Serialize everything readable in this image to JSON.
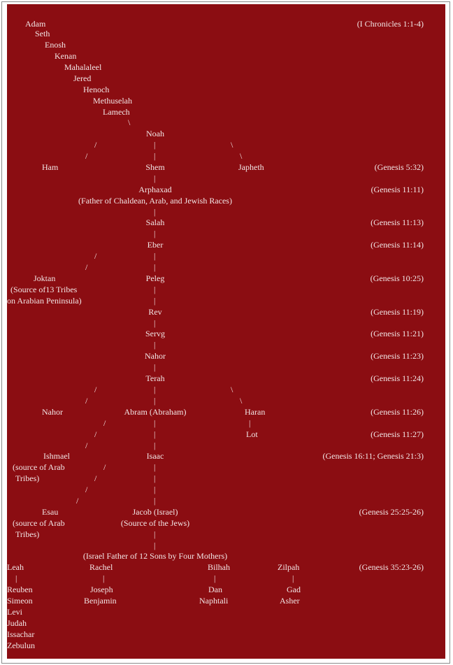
{
  "references": {
    "chronicles": "(I Chronicles 1:1-4)",
    "gen_5_32": "(Genesis 5:32)",
    "gen_11_11": "(Genesis 11:11)",
    "gen_11_13": "(Genesis 11:13)",
    "gen_11_14": "(Genesis 11:14)",
    "gen_10_25": "(Genesis 10:25)",
    "gen_11_19": "(Genesis 11:19)",
    "gen_11_21": "(Genesis 11:21)",
    "gen_11_23": "(Genesis 11:23)",
    "gen_11_24": "(Genesis 11:24)",
    "gen_11_26": "(Genesis 11:26)",
    "gen_11_27": "(Genesis 11:27)",
    "gen_16_21": "(Genesis 16:11; Genesis 21:3)",
    "gen_25": "(Genesis 25:25-26)",
    "gen_35": "(Genesis 35:23-26)"
  },
  "names": {
    "adam": "Adam",
    "seth": "Seth",
    "enosh": "Enosh",
    "kenan": "Kenan",
    "mahalaleel": "Mahalaleel",
    "jered": "Jered",
    "henoch": "Henoch",
    "methuselah": "Methuselah",
    "lamech": "Lamech",
    "noah": "Noah",
    "ham": "Ham",
    "shem": "Shem",
    "japheth": "Japheth",
    "arphaxad": "Arphaxad",
    "arphaxad_note": "(Father of Chaldean, Arab, and Jewish Races)",
    "salah": "Salah",
    "eber": "Eber",
    "joktan": "Joktan",
    "joktan_note1": "(Source of13 Tribes",
    "joktan_note2": "on Arabian Peninsula)",
    "peleg": "Peleg",
    "rev": "Rev",
    "servg": "Servg",
    "nahor2": "Nahor",
    "terah": "Terah",
    "nahor": "Nahor",
    "abram": "Abram (Abraham)",
    "haran": "Haran",
    "lot": "Lot",
    "ishmael": "Ishmael",
    "ishmael_note1": "(source of Arab",
    "ishmael_note2": "Tribes)",
    "isaac": "Isaac",
    "esau": "Esau",
    "esau_note1": "(source of Arab",
    "esau_note2": "Tribes)",
    "jacob": "Jacob (Israel)",
    "jacob_note": "(Source of the Jews)",
    "israel_note": "(Israel Father of 12 Sons by Four Mothers)",
    "leah": "Leah",
    "rachel": "Rachel",
    "bilhah": "Bilhah",
    "zilpah": "Zilpah",
    "reuben": "Reuben",
    "simeon": "Simeon",
    "levi": "Levi",
    "judah": "Judah",
    "issachar": "Issachar",
    "zebulun": "Zebulun",
    "joseph": "Joseph",
    "benjamin": "Benjamin",
    "dan": "Dan",
    "naphtali": "Naphtali",
    "gad": "Gad",
    "asher": "Asher"
  },
  "connectors": {
    "pipe": "|",
    "slash": "/",
    "backslash": "\\"
  }
}
